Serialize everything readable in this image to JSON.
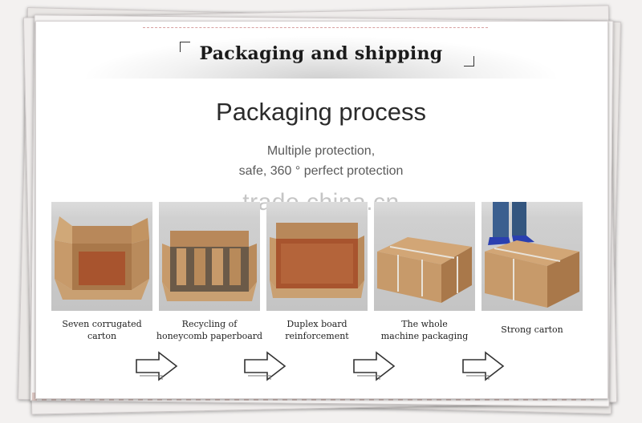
{
  "header": {
    "title": "Packaging and shipping"
  },
  "section": {
    "title": "Packaging process",
    "subtitle_line1": "Multiple protection,",
    "subtitle_line2": "safe, 360 ° perfect protection"
  },
  "watermark": "trade.china.cn",
  "steps": [
    {
      "caption_line1": "Seven corrugated",
      "caption_line2": "carton"
    },
    {
      "caption_line1": "Recycling of",
      "caption_line2": "honeycomb paperboard"
    },
    {
      "caption_line1": "Duplex board",
      "caption_line2": "reinforcement"
    },
    {
      "caption_line1": "The whole",
      "caption_line2": "machine packaging"
    },
    {
      "caption_line1": "Strong carton",
      "caption_line2": ""
    }
  ],
  "colors": {
    "cardboard": "#c79a6a",
    "cardboard_dark": "#a9784a",
    "inner_red": "#a8542e",
    "jeans": "#3b5f8f"
  }
}
